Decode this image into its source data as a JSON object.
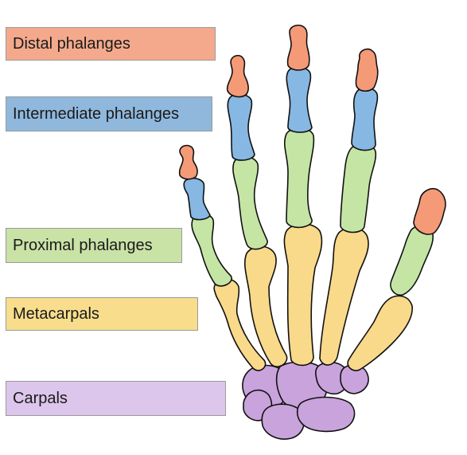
{
  "labels": {
    "distal": "Distal phalanges",
    "intermediate": "Intermediate phalanges",
    "proximal": "Proximal phalanges",
    "metacarpals": "Metacarpals",
    "carpals": "Carpals"
  },
  "colors": {
    "distal": "#f59a76",
    "intermediate": "#86b8e3",
    "proximal": "#c5e5a4",
    "metacarpals": "#f9d98a",
    "carpals": "#c9a3dc"
  }
}
